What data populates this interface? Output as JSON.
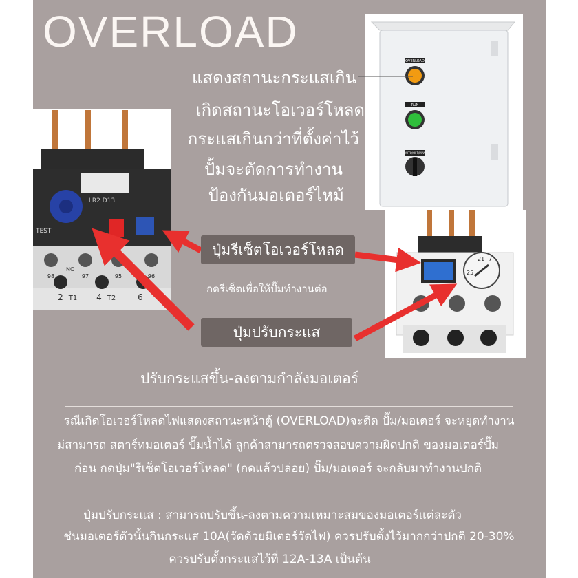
{
  "title": "OVERLOAD",
  "description_lines": [
    "แสดงสถานะกระแสเกิน",
    "เกิดสถานะโอเวอร์โหลด",
    "กระแสเกินกว่าที่ตั้งค่าไว้",
    "ปั้มจะตัดการทำงาน",
    "ป้องกันมอเตอร์ไหม้"
  ],
  "reset_button_label": "ปุ่มรีเซ็ตโอเวอร์โหลด",
  "reset_caption": "กดรีเซ็ตเพื่อให้ปั๊มทำงานต่อ",
  "adjust_button_label": "ปุ่มปรับกระแส",
  "adjust_caption": "ปรับกระแสขึ้น-ลงตามกำลังมอเตอร์",
  "paragraph1": [
    "รณีเกิดโอเวอร์โหลดไฟแสดงสถานะหน้าตู้ (OVERLOAD)จะติด  ปั๊ม/มอเตอร์ จะหยุดทำงาน",
    "ม่สามารถ สตาร์ทมอเตอร์ ปั๊มน้ำได้ ลูกค้าสามารถตรวจสอบความผิดปกติ ของมอเตอร์ปั๊ม",
    "ก่อน กดปุ่ม\"รีเซ็ตโอเวอร์โหลด\" (กดแล้วปล่อย) ปั๊ม/มอเตอร์ จะกลับมาทำงานปกติ"
  ],
  "paragraph2": [
    "ปุ่มปรับกระแส :  สามารถปรับขึ้น-ลงตามความเหมาะสมของมอเตอร์แต่ละตัว",
    "ช่นมอเตอร์ตัวนั้นกินกระแส 10A(วัดด้วยมิเตอร์วัดไฟ) ควรปรับตั้งไว้มากกว่าปกติ 20-30%",
    "ควรปรับตั้งกระแสไว้ที่ 12A-13A เป็นต้น"
  ],
  "relay_terminals": [
    "NO",
    "98",
    "97",
    "95",
    "96"
  ],
  "relay_bottom": [
    "2",
    "T1",
    "4",
    "T2",
    "6"
  ],
  "relay_top_label": "LR2 D13",
  "relay_side_text": "TEST",
  "cabinet_labels": [
    "OVERLOAD",
    "RUN",
    "AUTO/OFF/MAN"
  ],
  "dial_numbers": [
    "25",
    "21",
    "7"
  ],
  "colors": {
    "background": "#a9a09f",
    "pill": "#6f6664",
    "arrow": "#e8302e",
    "overload_lamp": "#f29b12",
    "run_lamp": "#2fbf3b"
  }
}
